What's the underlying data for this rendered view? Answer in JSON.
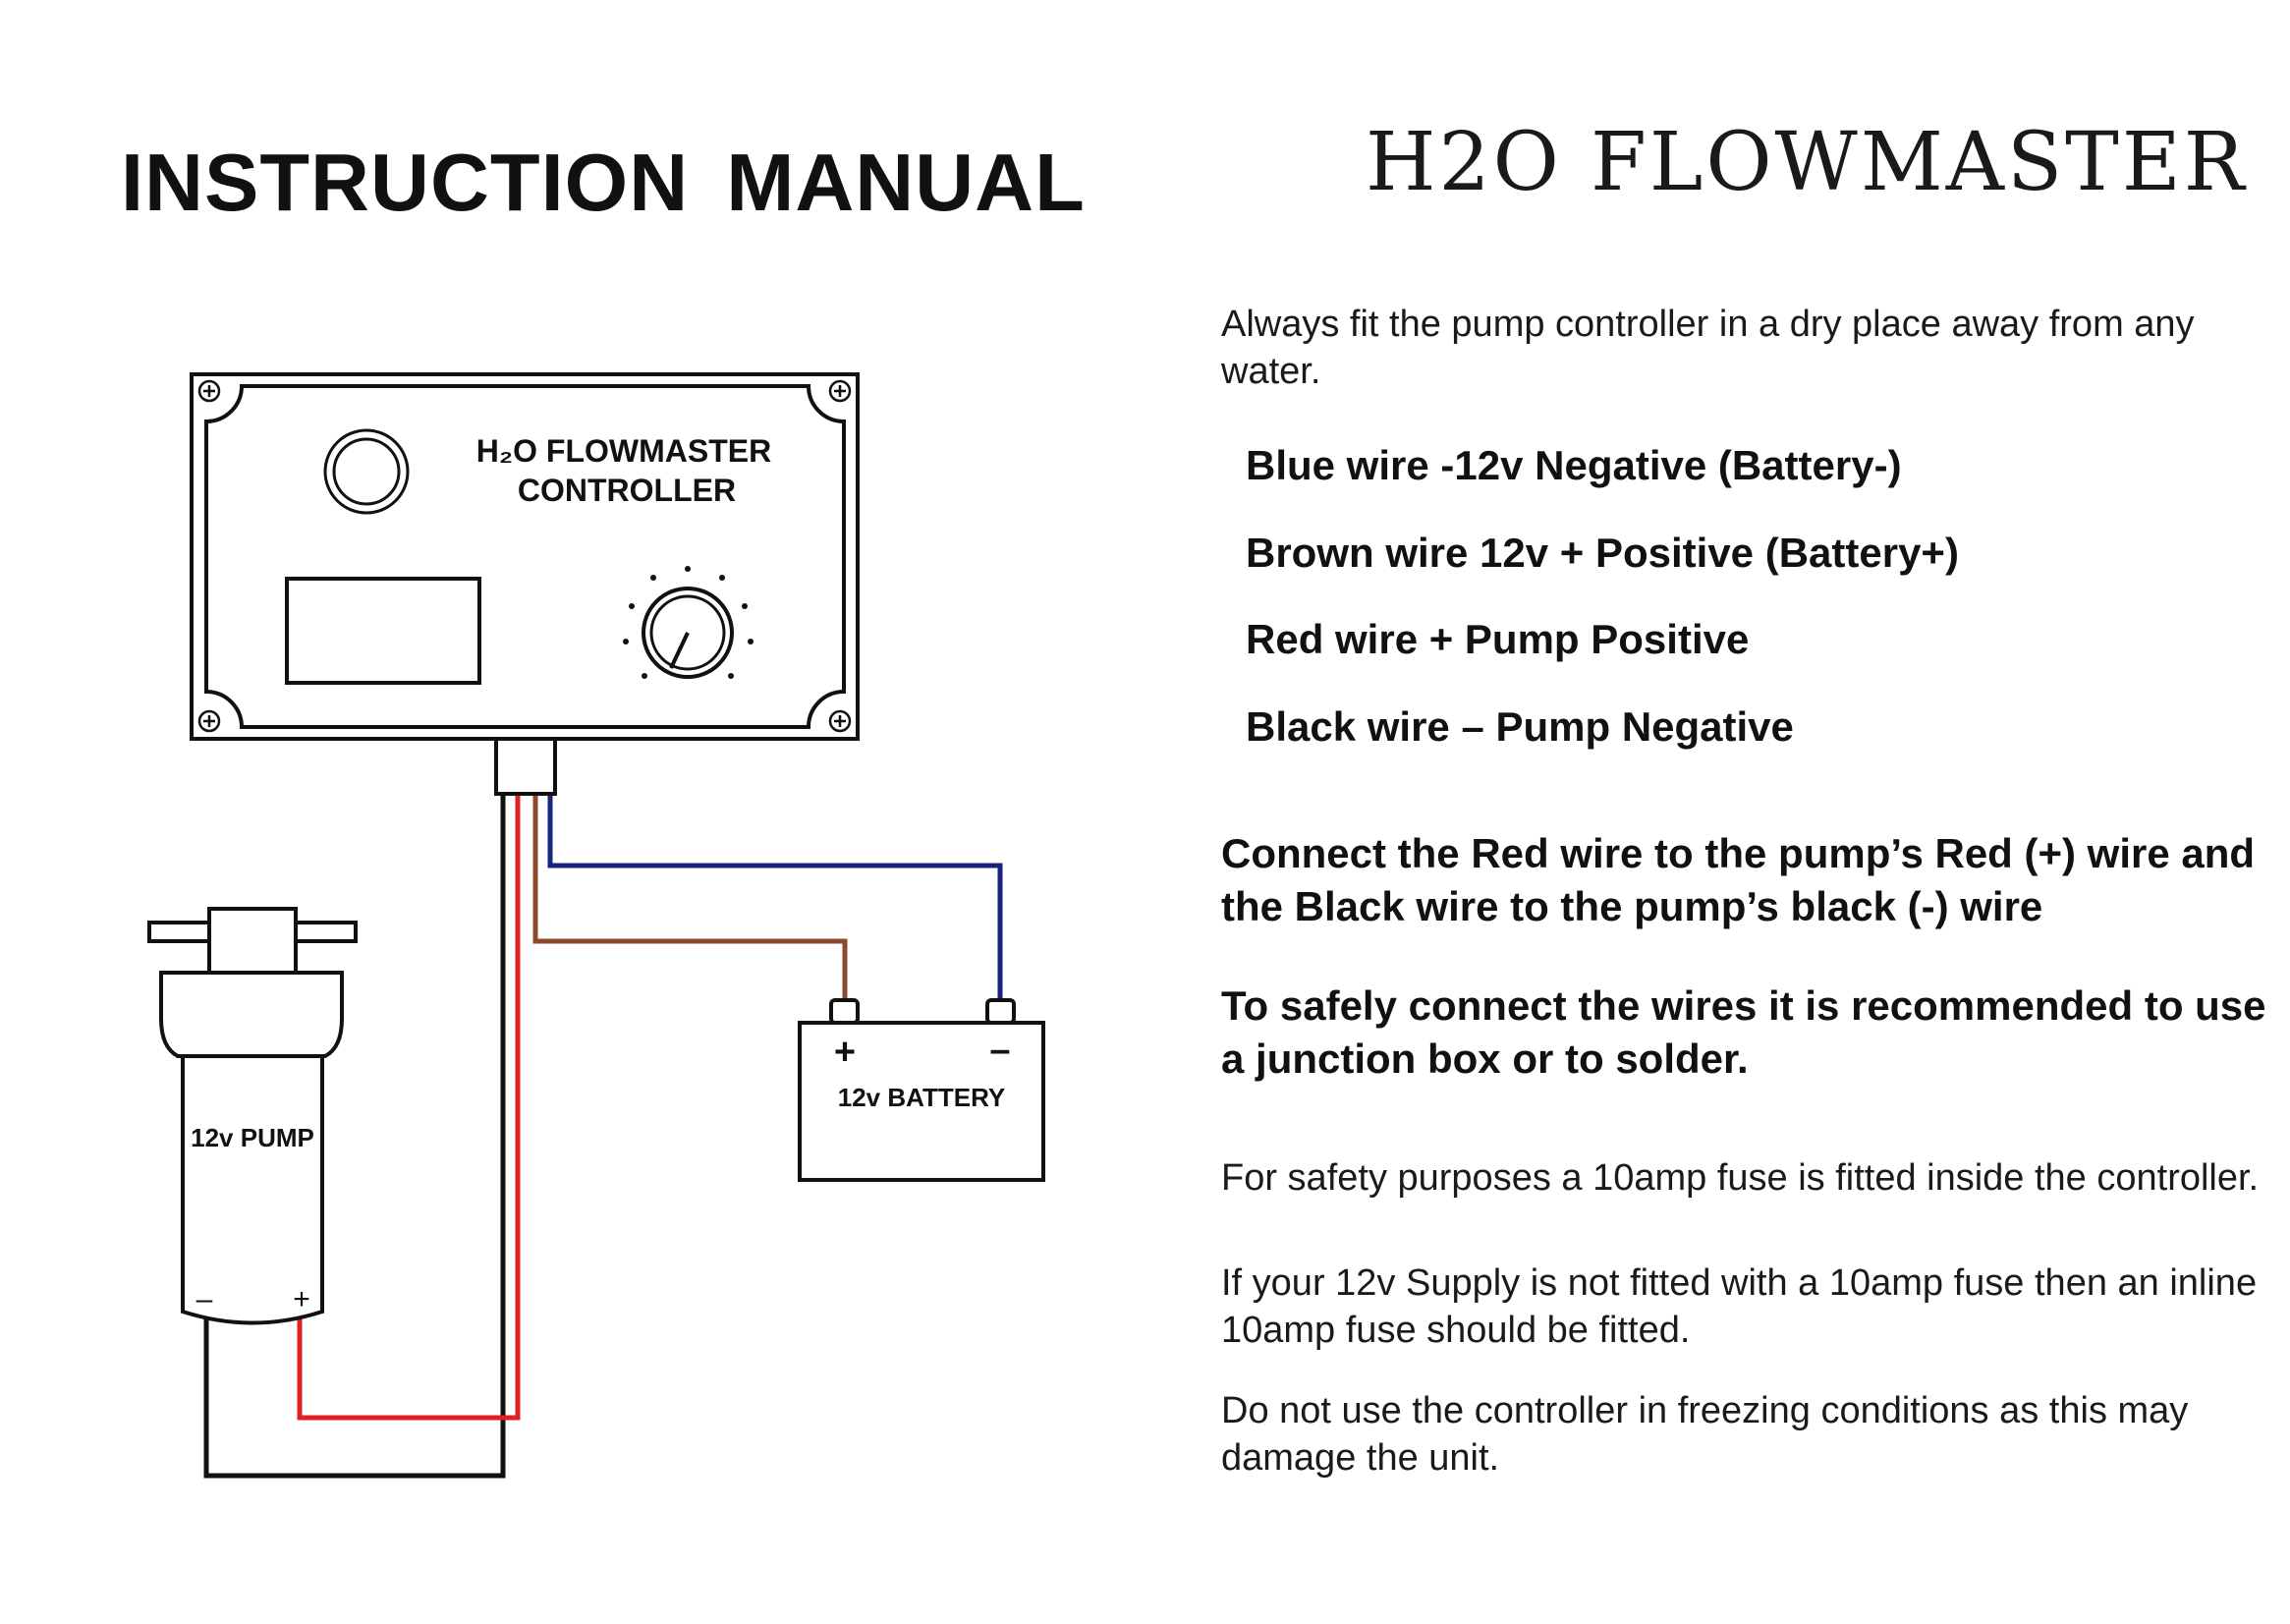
{
  "header": {
    "title": "INSTRUCTION MANUAL",
    "brand": "H2O FLOWMASTER"
  },
  "instructions": {
    "intro": "Always fit the pump controller in a dry place away from any water.",
    "wires": [
      "Blue wire -12v Negative (Battery-)",
      "Brown wire 12v + Positive (Battery+)",
      "Red wire + Pump Positive",
      "Black wire – Pump Negative"
    ],
    "connect_note": "Connect the Red wire to the pump’s Red (+) wire  and the Black wire to the pump’s black (-) wire",
    "safety_note": "To safely connect the wires it is recommended to use a junction box or to solder.",
    "fuse_note": "For safety purposes a 10amp fuse is fitted inside the controller.",
    "inline_fuse_note": "If your 12v Supply is not fitted with a 10amp fuse then an inline 10amp fuse should be fitted.",
    "freezing_note": "Do not use the controller in freezing conditions as this may damage the unit."
  },
  "diagram": {
    "controller_label_line1": "H₂O FLOWMASTER",
    "controller_label_line2": "CONTROLLER",
    "pump_label": "12v PUMP",
    "pump_minus": "–",
    "pump_plus": "+",
    "battery_label": "12v BATTERY",
    "battery_plus": "+",
    "battery_minus": "–",
    "colors": {
      "blue_wire": "#1a237e",
      "brown_wire": "#8b4a2b",
      "red_wire": "#e02020",
      "black_wire": "#111111"
    }
  }
}
